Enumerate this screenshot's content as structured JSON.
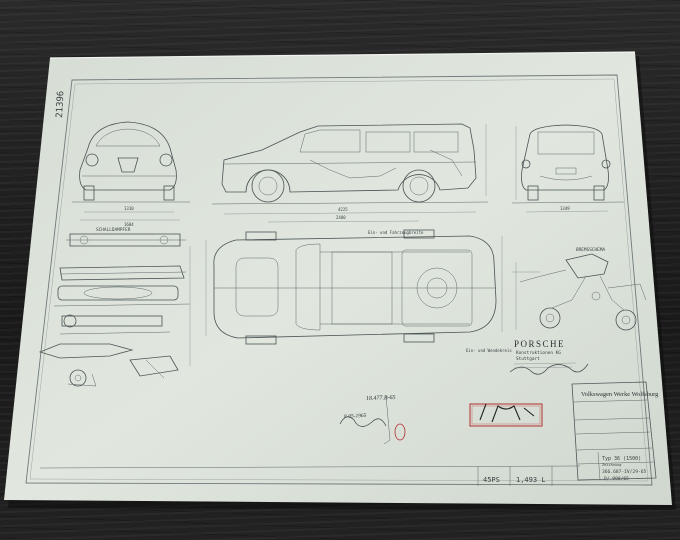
{
  "poster": {
    "serial": "21396",
    "label_shock_absorber": "SCHALLDAMPFER",
    "label_brake": "BREMSSCHEMA",
    "firm_name": "PORSCHE",
    "firm_sub": "Konstruktionen KG",
    "firm_city": "Stuttgart",
    "handwritten_ref": "18.477.B-65",
    "handwritten_date": "8-05-1965",
    "title_block": {
      "company": "Volkswagen Werke Wolfsburg",
      "model": "Typ 36 (1500)",
      "model_sub": "Zeichnung",
      "drawing_number": "366.687-IV/29-65",
      "sheet_number": "P/ 998/65",
      "power": "45PS",
      "displacement": "1,493 L"
    }
  },
  "colors": {
    "wood": "#1c1c1c",
    "paper": "#dde3dc",
    "ink": "#4a5454",
    "stamp": "#b0302c"
  }
}
